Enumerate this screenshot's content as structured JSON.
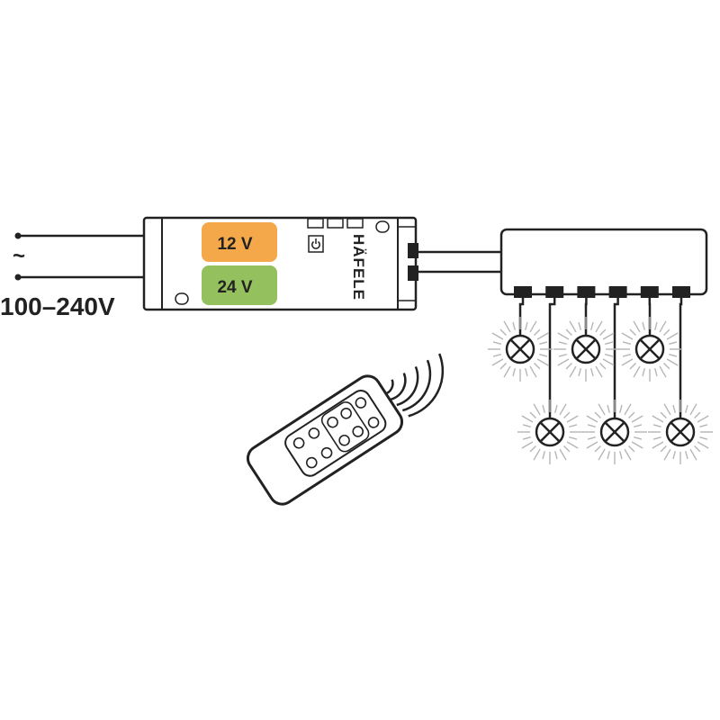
{
  "input": {
    "ac_symbol": "~",
    "voltage_label": "100–240V"
  },
  "driver": {
    "brand": "HÄFELE",
    "power_icon": "power-icon",
    "outputs": [
      {
        "label": "12 V",
        "color": "#f5a84a"
      },
      {
        "label": "24 V",
        "color": "#94c05e"
      }
    ]
  },
  "distributor": {
    "port_count": 6
  },
  "lamps": {
    "icon": "lamp-icon",
    "upper_row_count": 3,
    "lower_row_count": 3
  },
  "remote": {
    "icon": "remote-control-icon",
    "signal_icon": "signal-waves-icon",
    "button_count": 10
  },
  "colors": {
    "line": "#222222",
    "ray": "#b5b5b5"
  }
}
